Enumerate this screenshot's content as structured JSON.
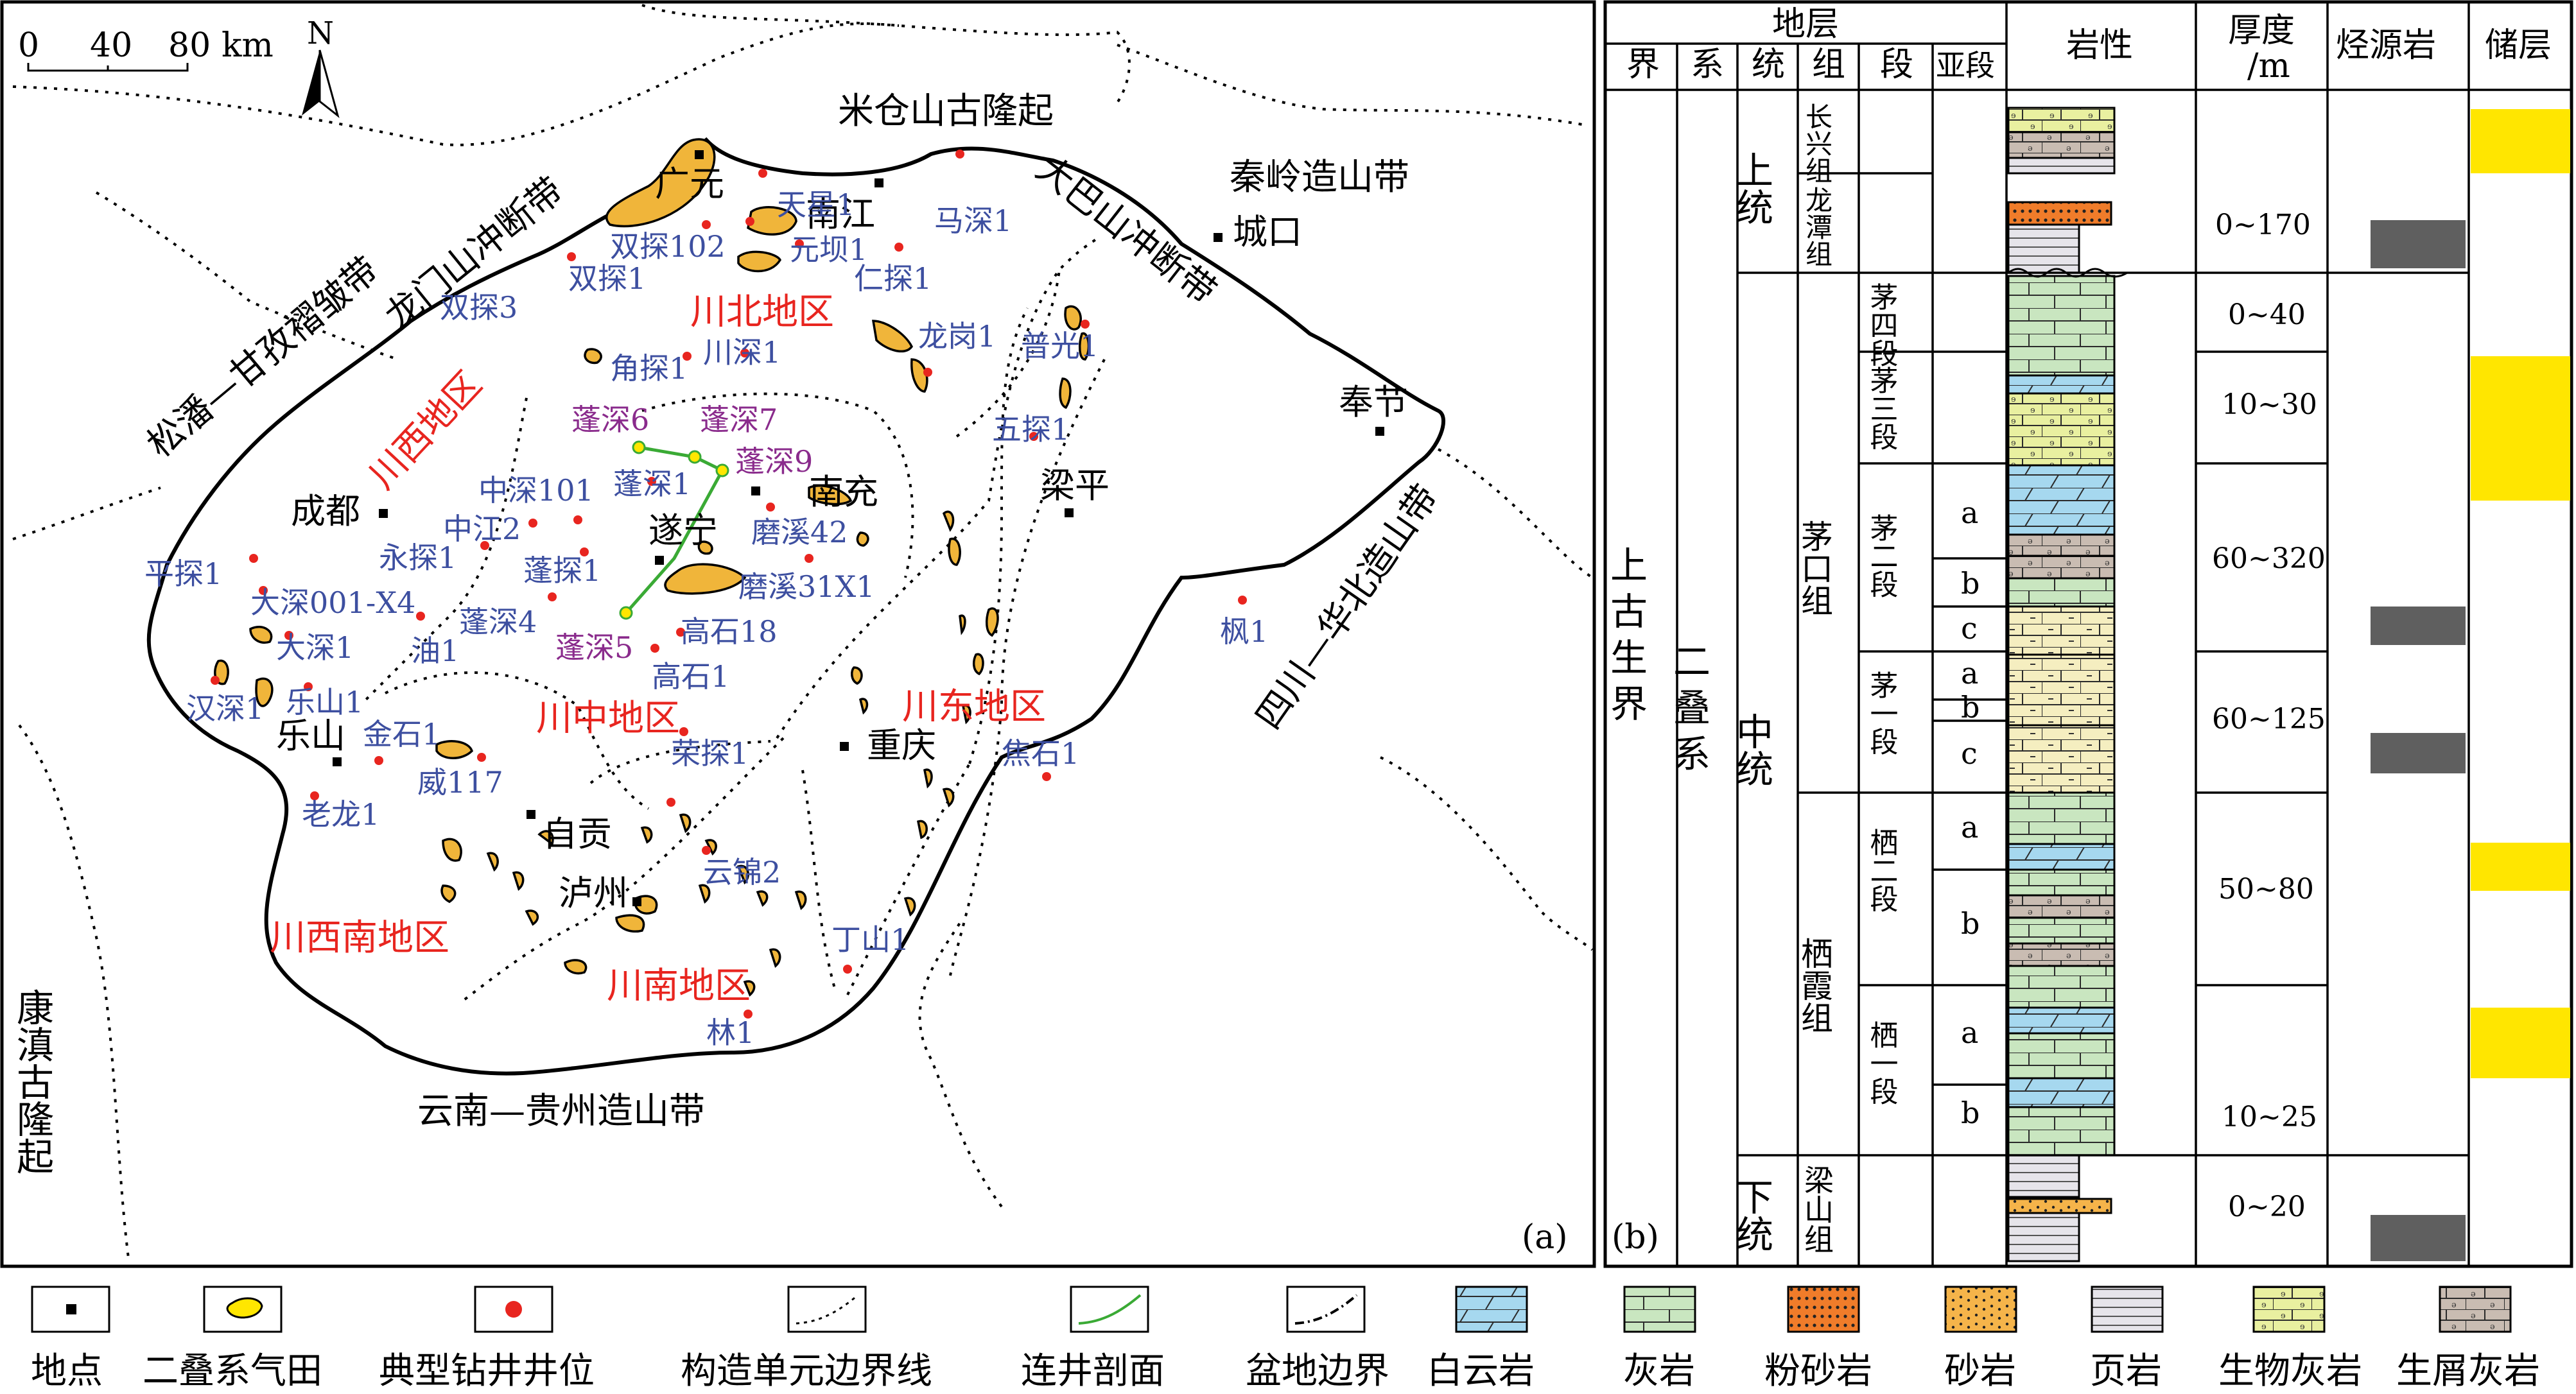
{
  "map": {
    "scale_ticks": [
      "0",
      "40",
      "80"
    ],
    "scale_unit": "km",
    "north": "N",
    "panel_label": "(a)",
    "regions": [
      "川西地区",
      "川北地区",
      "川中地区",
      "川东地区",
      "川西南地区",
      "川南地区"
    ],
    "tectonic_units": [
      "米仓山古隆起",
      "秦岭造山带",
      "大巴山冲断带",
      "龙门山冲断带",
      "松潘—甘孜褶皱带",
      "四川—华北造山带",
      "康滇古隆起",
      "云南—贵州造山带"
    ],
    "cities": [
      "广元",
      "南江",
      "城口",
      "奉节",
      "成都",
      "南充",
      "梁平",
      "遂宁",
      "乐山",
      "重庆",
      "自贡",
      "泸州"
    ],
    "wells_typical": [
      "天星1",
      "马深1",
      "双探102",
      "元坝1",
      "双探1",
      "仁探1",
      "双探3",
      "龙岗1",
      "普光1",
      "角探1",
      "川深1",
      "五探1",
      "中深101",
      "蓬深1",
      "磨溪42",
      "中江2",
      "永探1",
      "蓬探1",
      "磨溪31X1",
      "平探1",
      "大深001-X4",
      "蓬深4",
      "高石18",
      "大深1",
      "油1",
      "高石1",
      "汉深1",
      "乐山1",
      "金石1",
      "荣探1",
      "焦石1",
      "威117",
      "老龙1",
      "云锦2",
      "丁山1",
      "林1",
      "枫1"
    ],
    "wells_profile": [
      "蓬深6",
      "蓬深7",
      "蓬深9",
      "蓬深5"
    ]
  },
  "column": {
    "panel_label": "(b)",
    "header_group": "地层",
    "headers": [
      "界",
      "系",
      "统",
      "组",
      "段",
      "亚段"
    ],
    "header_lithology": "岩性",
    "header_thickness": "厚度/m",
    "header_thickness_top": "厚度",
    "header_thickness_bottom": "/m",
    "header_source": "烃源岩",
    "header_reservoir": "储层",
    "era": "上古生界",
    "system": "二叠系",
    "series": [
      "上统",
      "中统",
      "下统"
    ],
    "formations": [
      "长兴组",
      "龙潭组",
      "茅口组",
      "栖霞组",
      "梁山组"
    ],
    "members": [
      "茅四段",
      "茅三段",
      "茅二段",
      "茅一段",
      "栖二段",
      "栖一段"
    ],
    "submembers": [
      "a",
      "b",
      "c",
      "a",
      "b",
      "c",
      "a",
      "b",
      "a",
      "b"
    ],
    "thickness": [
      "0~170",
      "0~40",
      "10~30",
      "60~320",
      "60~125",
      "50~80",
      "10~25",
      "0~20"
    ]
  },
  "legend": [
    {
      "label": "地点",
      "icon": "city-square"
    },
    {
      "label": "二叠系气田",
      "icon": "gas-field"
    },
    {
      "label": "典型钻井井位",
      "icon": "well-dot"
    },
    {
      "label": "构造单元边界线",
      "icon": "dotted-line"
    },
    {
      "label": "连井剖面",
      "icon": "green-line"
    },
    {
      "label": "盆地边界",
      "icon": "dashdot-line"
    },
    {
      "label": "白云岩",
      "icon": "dolomite"
    },
    {
      "label": "灰岩",
      "icon": "limestone"
    },
    {
      "label": "粉砂岩",
      "icon": "siltstone"
    },
    {
      "label": "砂岩",
      "icon": "sandstone"
    },
    {
      "label": "页岩",
      "icon": "shale"
    },
    {
      "label": "生物灰岩",
      "icon": "bio-limestone"
    },
    {
      "label": "生屑灰岩",
      "icon": "bioclastic-limestone"
    }
  ],
  "colors": {
    "region_label": "#e8251f",
    "well_label": "#3d4fa0",
    "profile_well_label": "#8a2b8c",
    "gas_field": "#f0b53a",
    "well_dot": "#e8251f",
    "profile_line": "#3aaa35",
    "dolomite": "#a6d8ef",
    "limestone": "#c9e6c0",
    "siltstone": "#f07c2a",
    "sandstone": "#f5b44a",
    "shale": "#e6e4ea",
    "bio_limestone": "#e9f0a0",
    "bioclastic_limestone": "#c9bcb2",
    "source_rock": "#5f5f5f",
    "reservoir": "#ffe600"
  }
}
